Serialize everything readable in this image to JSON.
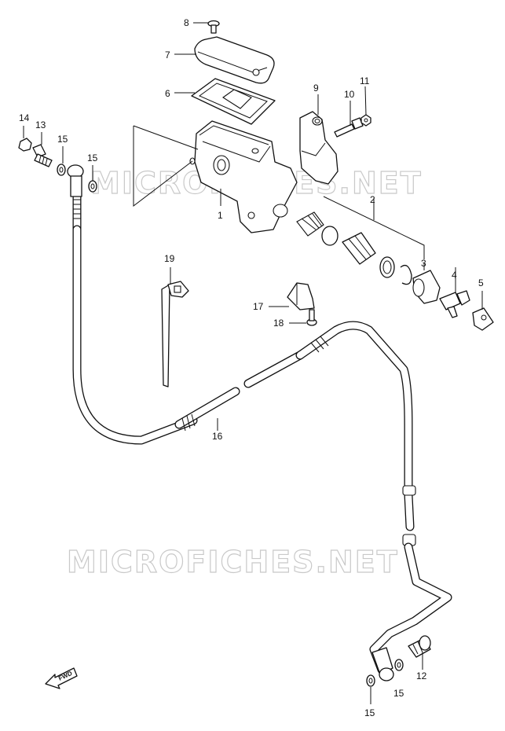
{
  "watermark": "MICROFICHES.NET",
  "fwd_label": "FWD",
  "callouts": {
    "c1": "1",
    "c2": "2",
    "c3": "3",
    "c4": "4",
    "c5": "5",
    "c6": "6",
    "c7": "7",
    "c8": "8",
    "c9": "9",
    "c10": "10",
    "c11": "11",
    "c12": "12",
    "c13": "13",
    "c14": "14",
    "c15a": "15",
    "c15b": "15",
    "c15c": "15",
    "c15d": "15",
    "c16": "16",
    "c17": "17",
    "c18": "18",
    "c19": "19"
  }
}
